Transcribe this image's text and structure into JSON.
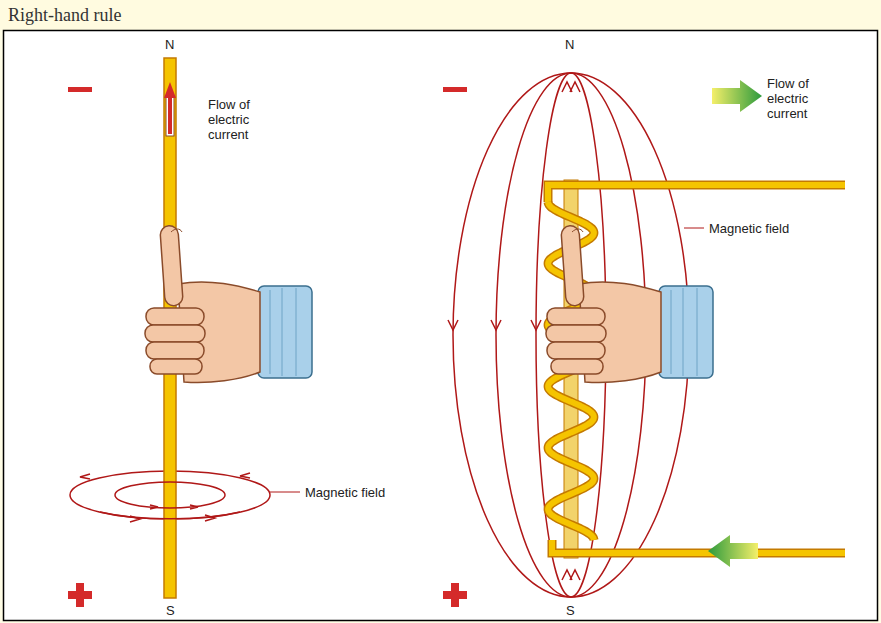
{
  "diagram": {
    "title": "Right-hand rule",
    "labels": [
      "N",
      "S",
      "Flow of electric current",
      "Magnetic field",
      "N",
      "S",
      "Flow of electric current",
      "Magnetic field"
    ]
  }
}
